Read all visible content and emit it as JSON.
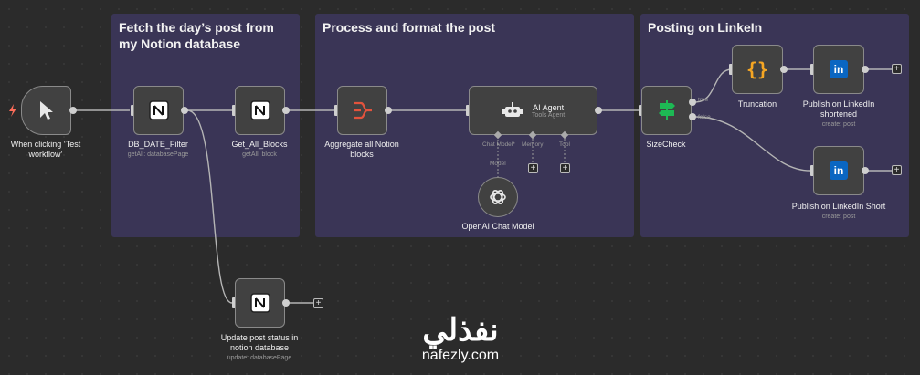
{
  "sticky_notes": [
    {
      "title": "Fetch the day’s post from my Notion database"
    },
    {
      "title": "Process and format the post"
    },
    {
      "title": "Posting on LinkeIn"
    }
  ],
  "nodes": {
    "trigger": {
      "label": "When clicking ‘Test workflow’",
      "icon": "cursor-icon"
    },
    "db_filter": {
      "label": "DB_DATE_Filter",
      "sub": "getAll: databasePage",
      "icon": "notion-icon"
    },
    "get_blocks": {
      "label": "Get_All_Blocks",
      "sub": "getAll: block",
      "icon": "notion-icon"
    },
    "update_status": {
      "label": "Update post status in notion database",
      "sub": "update: databasePage",
      "icon": "notion-icon"
    },
    "aggregate": {
      "label": "Aggregate all Notion blocks",
      "icon": "aggregate-icon"
    },
    "ai_agent": {
      "label": "AI Agent",
      "sub": "Tools Agent",
      "icon": "robot-icon",
      "ports": {
        "chat_model": "Chat Model*",
        "memory": "Memory",
        "tool": "Tool"
      }
    },
    "openai": {
      "label": "OpenAI Chat Model",
      "port_label": "Model",
      "icon": "openai-icon"
    },
    "sizecheck": {
      "label": "SizeCheck",
      "icon": "signpost-icon",
      "true_label": "true",
      "false_label": "false"
    },
    "truncation": {
      "label": "Truncation",
      "icon": "code-braces-icon"
    },
    "publish_short_ened": {
      "label": "Publish on LinkedIn shortened",
      "sub": "create: post",
      "icon": "linkedin-icon"
    },
    "publish_short": {
      "label": "Publish on LinkedIn Short",
      "sub": "create: post",
      "icon": "linkedin-icon"
    }
  },
  "watermark": {
    "arabic": "نفذلي",
    "latin": "nafezly.com"
  },
  "colors": {
    "sticky": "#3a3556",
    "canvas": "#2b2b2b",
    "node": "#414141",
    "trigger_bolt": "#ff6d5a",
    "truncation": "#f5a623",
    "linkedin": "#0a66c2",
    "sizecheck": "#1db954"
  }
}
